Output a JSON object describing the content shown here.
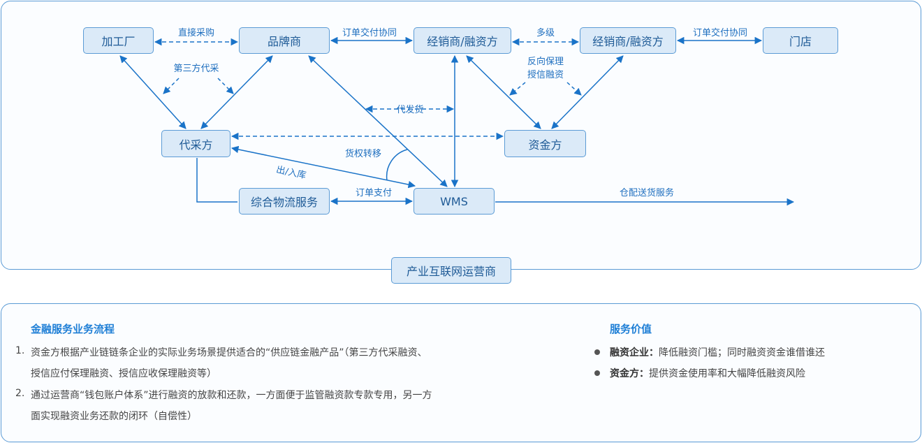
{
  "nodes": {
    "factory": "加工厂",
    "brand": "品牌商",
    "dealer1": "经销商/融资方",
    "dealer2": "经销商/融资方",
    "store": "门店",
    "agent_buyer": "代采方",
    "funder": "资金方",
    "logistics": "综合物流服务",
    "wms": "WMS",
    "operator": "产业互联网运营商"
  },
  "edges": {
    "direct_purchase": "直接采购",
    "order_delivery_1": "订单交付协同",
    "multi_level": "多级",
    "order_delivery_2": "订单交付协同",
    "third_party_purchase": "第三方代采",
    "reverse_factoring_1": "反向保理",
    "reverse_factoring_2": "授信融资",
    "drop_ship": "代发货",
    "goods_title_transfer": "货权转移",
    "in_out_warehouse": "出/入库",
    "order_payment": "订单支付",
    "warehouse_delivery": "仓配送货服务"
  },
  "info": {
    "process_title": "金融服务业务流程",
    "process_items": [
      {
        "num": "1.",
        "line1": "资金方根据产业链链条企业的实际业务场景提供适合的“供应链金融产品”（第三方代采融资、",
        "line2": "授信应付保理融资、授信应收保理融资等）"
      },
      {
        "num": "2.",
        "line1": "通过运营商“钱包账户体系”进行融资的放款和还款，一方面便于监管融资款专款专用，另一方",
        "line2": "面实现融资业务还款的闭环（自偿性）"
      }
    ],
    "value_title": "服务价值",
    "value_items": [
      {
        "label": "融资企业：",
        "text": "降低融资门槛；同时融资资金谁借谁还"
      },
      {
        "label": "资金方：",
        "text": "提供资金使用率和大幅降低融资风险"
      }
    ]
  },
  "colors": {
    "accent": "#1f7fd6",
    "node_fill": "#dbeaf8",
    "node_border": "#5b9bd5",
    "arrow": "#1a73c8"
  }
}
